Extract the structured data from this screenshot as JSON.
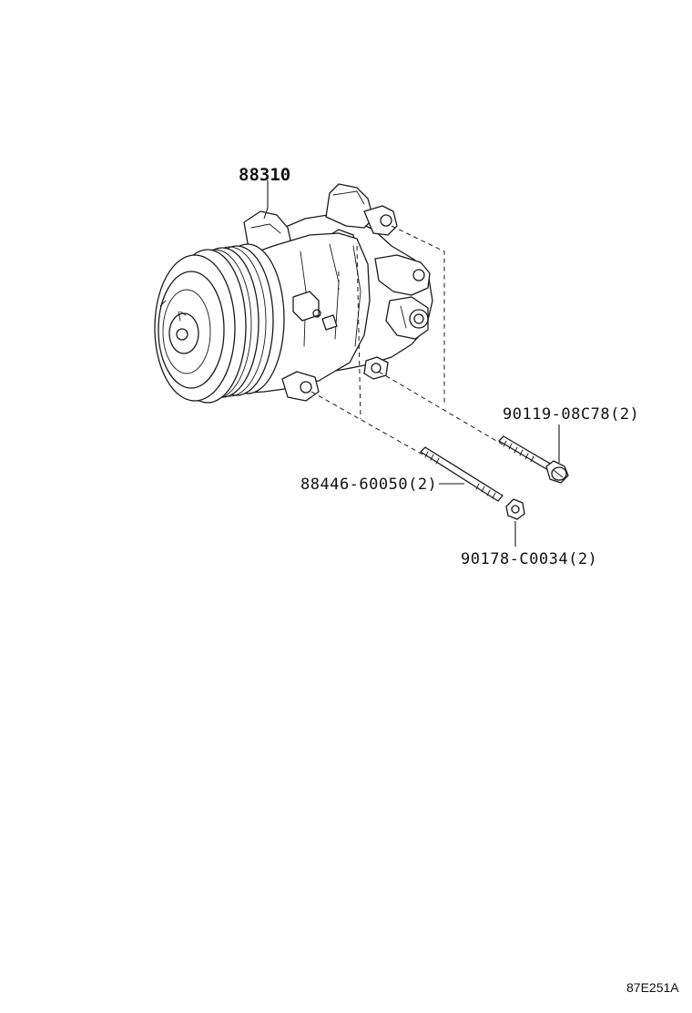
{
  "parts": {
    "compressor": {
      "number": "88310"
    },
    "bolt": {
      "number": "90119-08C78(2)"
    },
    "stud": {
      "number": "88446-60050(2)"
    },
    "nut": {
      "number": "90178-C0034(2)"
    }
  },
  "diagram_code": "87E251A",
  "colors": {
    "line": "#1a1a1a",
    "background": "#ffffff"
  }
}
